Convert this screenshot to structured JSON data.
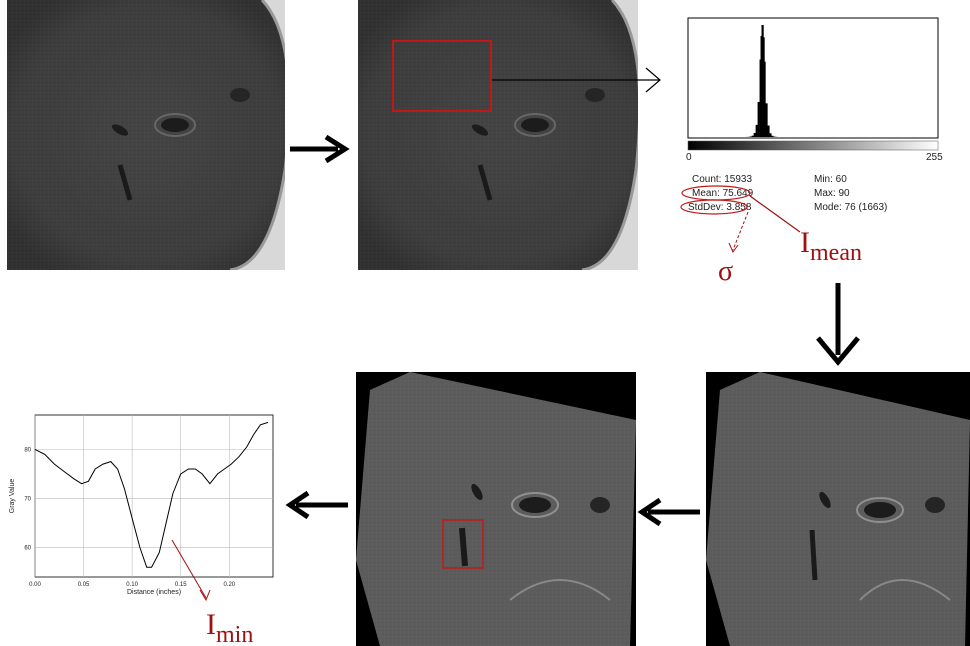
{
  "histogram": {
    "axis_min": "0",
    "axis_max": "255",
    "stats": {
      "count": "Count: 15933",
      "mean": "Mean: 75.649",
      "stddev": "StdDev: 3.858",
      "min": "Min: 60",
      "max": "Max: 90",
      "mode": "Mode: 76 (1663)"
    }
  },
  "annotations": {
    "sigma": "σ",
    "i_mean_base": "I",
    "i_mean_sub": "mean",
    "i_min_base": "I",
    "i_min_sub": "min"
  },
  "profile_plot": {
    "y_label": "Gray Value",
    "x_label": "Distance (inches)",
    "y_ticks": [
      "80",
      "70",
      "60"
    ],
    "x_ticks": [
      "0.00",
      "0.05",
      "0.10",
      "0.15",
      "0.20"
    ]
  },
  "colors": {
    "annotation_red": "#a01010",
    "roi_red": "#c01818",
    "arrow": "#000000"
  },
  "chart_data": [
    {
      "type": "bar",
      "description_source": "intensity histogram of selected ROI",
      "categories": [
        60,
        62,
        64,
        66,
        68,
        70,
        72,
        74,
        75,
        76,
        77,
        78,
        80,
        82,
        84,
        86,
        88,
        90
      ],
      "values": [
        1,
        3,
        8,
        20,
        60,
        180,
        520,
        1150,
        1500,
        1663,
        1480,
        1120,
        500,
        170,
        55,
        18,
        6,
        2
      ],
      "xlim": [
        0,
        255
      ],
      "xlabel": "",
      "ylabel": ""
    },
    {
      "type": "line",
      "xlabel": "Distance (inches)",
      "ylabel": "Gray Value",
      "xlim": [
        0,
        0.245
      ],
      "ylim": [
        54,
        87
      ],
      "grid": true,
      "x": [
        0.0,
        0.01,
        0.02,
        0.03,
        0.04,
        0.048,
        0.055,
        0.062,
        0.07,
        0.078,
        0.085,
        0.092,
        0.1,
        0.108,
        0.115,
        0.12,
        0.128,
        0.135,
        0.142,
        0.15,
        0.158,
        0.165,
        0.172,
        0.18,
        0.188,
        0.195,
        0.202,
        0.21,
        0.218,
        0.225,
        0.232,
        0.24
      ],
      "y": [
        80,
        79,
        77,
        75.5,
        74,
        73,
        73.5,
        76,
        77,
        77.5,
        76,
        72,
        66,
        60,
        56,
        56,
        59,
        65,
        71,
        75,
        76,
        76,
        75,
        73,
        75,
        76,
        77,
        78.5,
        80.5,
        83,
        85,
        85.5
      ]
    }
  ]
}
